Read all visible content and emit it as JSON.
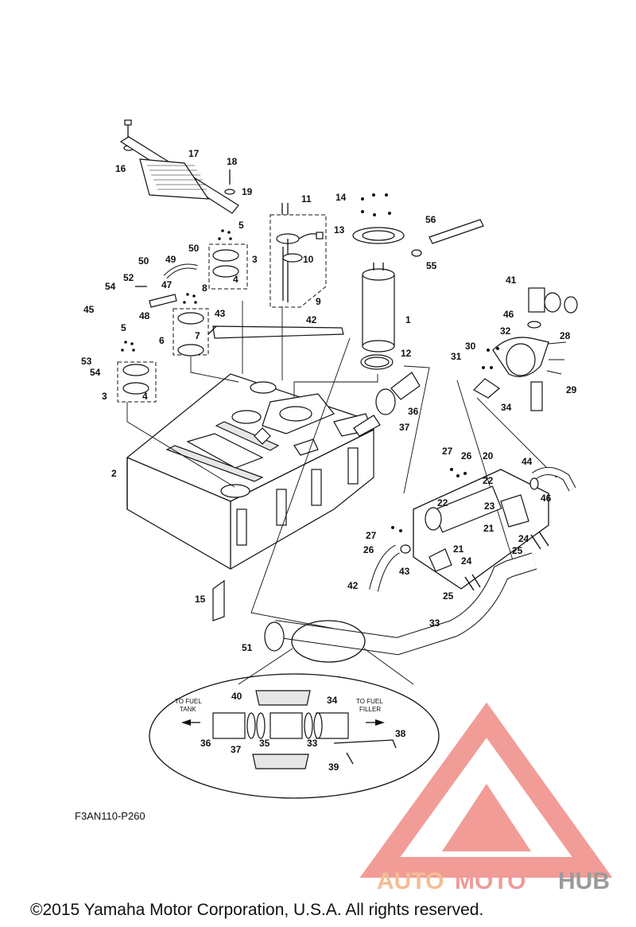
{
  "diagram": {
    "code": "F3AN110-P260",
    "copyright": "©2015 Yamaha Motor Corporation, U.S.A. All rights reserved.",
    "inset": {
      "left_label_1": "TO FUEL",
      "left_label_2": "TANK",
      "right_label_1": "TO FUEL",
      "right_label_2": "FILLER"
    },
    "watermark": {
      "part1": "AUTO",
      "part2": "MOTO",
      "part3": "HUB",
      "colors": [
        "#f4b183",
        "#ed8a86",
        "#8a8a8a"
      ]
    },
    "callouts": [
      "17",
      "16",
      "18",
      "19",
      "11",
      "14",
      "56",
      "13",
      "55",
      "5",
      "50",
      "3",
      "49",
      "10",
      "4",
      "50",
      "52",
      "47",
      "54",
      "9",
      "8",
      "1",
      "45",
      "48",
      "43",
      "42",
      "5",
      "7",
      "6",
      "41",
      "46",
      "28",
      "32",
      "30",
      "31",
      "12",
      "29",
      "53",
      "54",
      "3",
      "4",
      "34",
      "36",
      "37",
      "2",
      "27",
      "26",
      "20",
      "44",
      "22",
      "46",
      "22",
      "23",
      "21",
      "24",
      "27",
      "26",
      "21",
      "25",
      "43",
      "24",
      "42",
      "15",
      "25",
      "33",
      "51",
      "40",
      "34",
      "36",
      "37",
      "35",
      "33",
      "38",
      "39"
    ]
  }
}
